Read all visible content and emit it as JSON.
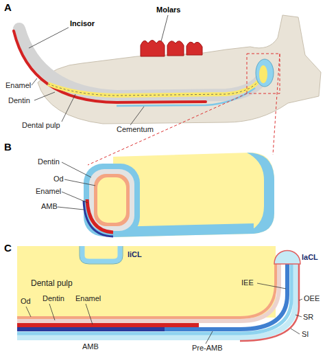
{
  "diagram": {
    "labels": [
      "A",
      "Molars",
      "Incisor",
      "Enamel",
      "Dentin",
      "Dental pulp",
      "Cementum",
      "B",
      "Dentin",
      "Od",
      "Enamel",
      "AMB",
      "C",
      "liCL",
      "laCL",
      "Dental pulp",
      "Od",
      "Dentin",
      "Enamel",
      "IEE",
      "OEE",
      "SR",
      "SI",
      "Pre-AMB",
      "AMB"
    ]
  }
}
